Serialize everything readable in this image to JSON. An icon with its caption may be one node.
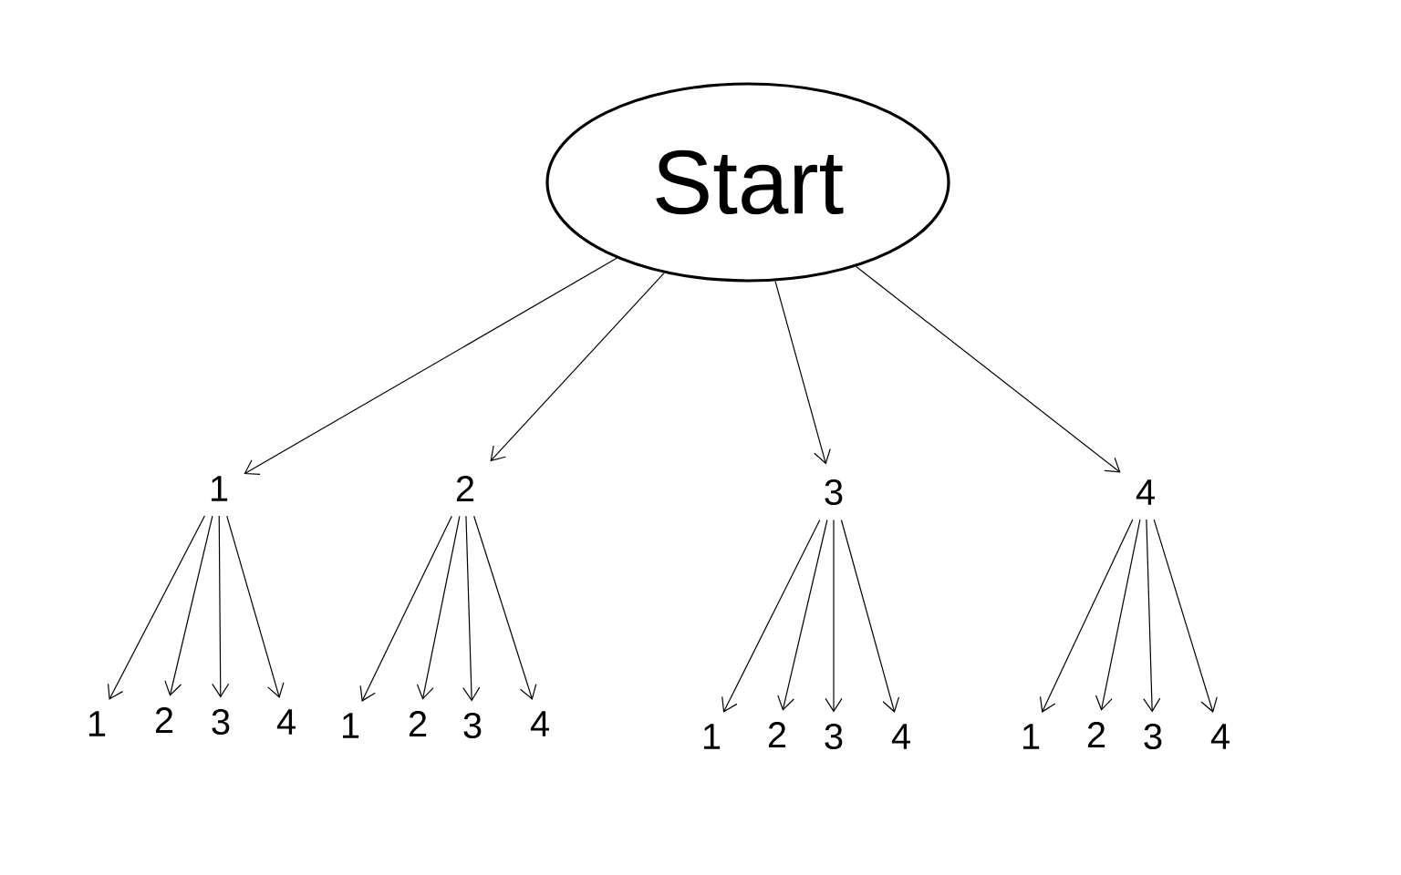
{
  "diagram": {
    "nodes": [
      {
        "text": [
          "Start"
        ]
      },
      {
        "text": [
          "1"
        ]
      },
      {
        "text": [
          "2"
        ]
      },
      {
        "text": [
          "3"
        ]
      },
      {
        "text": [
          "4"
        ]
      },
      {
        "text": [
          "1"
        ]
      },
      {
        "text": [
          "2"
        ]
      },
      {
        "text": [
          "3"
        ]
      },
      {
        "text": [
          "4"
        ]
      },
      {
        "text": [
          "1"
        ]
      },
      {
        "text": [
          "2"
        ]
      },
      {
        "text": [
          "3"
        ]
      },
      {
        "text": [
          "4"
        ]
      },
      {
        "text": [
          "1"
        ]
      },
      {
        "text": [
          "2"
        ]
      },
      {
        "text": [
          "3"
        ]
      },
      {
        "text": [
          "4"
        ]
      },
      {
        "text": [
          "1"
        ]
      },
      {
        "text": [
          "2"
        ]
      },
      {
        "text": [
          "3"
        ]
      },
      {
        "text": [
          "4"
        ]
      }
    ],
    "edges": [
      {
        "from": 0,
        "to": 1,
        "arrow": "to"
      },
      {
        "from": 0,
        "to": 2,
        "arrow": "to"
      },
      {
        "from": 0,
        "to": 3,
        "arrow": "to"
      },
      {
        "from": 0,
        "to": 4,
        "arrow": "to"
      },
      {
        "from": 1,
        "to": 5,
        "arrow": "to"
      },
      {
        "from": 1,
        "to": 6,
        "arrow": "to"
      },
      {
        "from": 1,
        "to": 7,
        "arrow": "to"
      },
      {
        "from": 1,
        "to": 8,
        "arrow": "to"
      },
      {
        "from": 2,
        "to": 9,
        "arrow": "to"
      },
      {
        "from": 2,
        "to": 10,
        "arrow": "to"
      },
      {
        "from": 2,
        "to": 11,
        "arrow": "to"
      },
      {
        "from": 2,
        "to": 12,
        "arrow": "to"
      },
      {
        "from": 3,
        "to": 13,
        "arrow": "to"
      },
      {
        "from": 3,
        "to": 14,
        "arrow": "to"
      },
      {
        "from": 3,
        "to": 15,
        "arrow": "to"
      },
      {
        "from": 3,
        "to": 16,
        "arrow": "to"
      },
      {
        "from": 4,
        "to": 17,
        "arrow": "to"
      },
      {
        "from": 4,
        "to": 18,
        "arrow": "to"
      },
      {
        "from": 4,
        "to": 19,
        "arrow": "to"
      },
      {
        "from": 4,
        "to": 20,
        "arrow": "to"
      }
    ]
  }
}
